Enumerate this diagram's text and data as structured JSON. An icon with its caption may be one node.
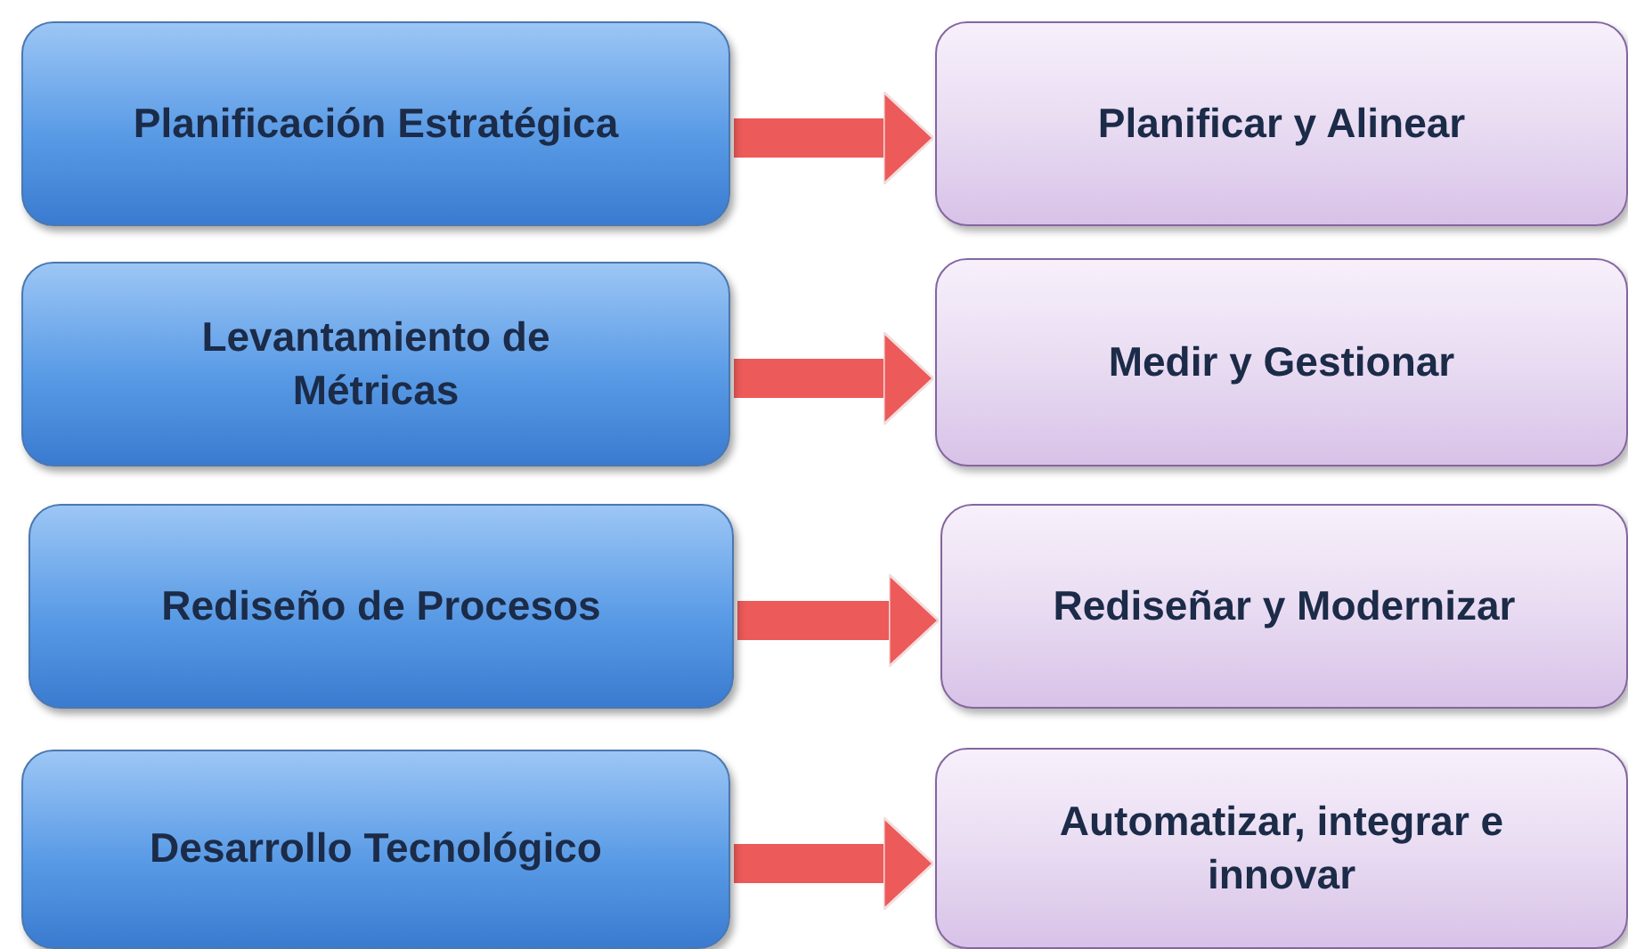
{
  "diagram": {
    "nodes": [
      {
        "text": [
          "Planificación Estratégica"
        ]
      },
      {
        "text": [
          "Planificar y Alinear"
        ]
      },
      {
        "text": [
          "Levantamiento de Métricas"
        ]
      },
      {
        "text": [
          "Medir y Gestionar"
        ]
      },
      {
        "text": [
          "Rediseño de Procesos"
        ]
      },
      {
        "text": [
          "Rediseñar y Modernizar"
        ]
      },
      {
        "text": [
          "Desarrollo Tecnológico"
        ]
      },
      {
        "text": [
          "Automatizar, integrar e innovar"
        ]
      }
    ],
    "edges": [
      {
        "from": 0,
        "to": 1,
        "arrow": "to"
      },
      {
        "from": 2,
        "to": 3,
        "arrow": "to"
      },
      {
        "from": 4,
        "to": 5,
        "arrow": "to"
      },
      {
        "from": 6,
        "to": 7,
        "arrow": "to"
      }
    ]
  }
}
